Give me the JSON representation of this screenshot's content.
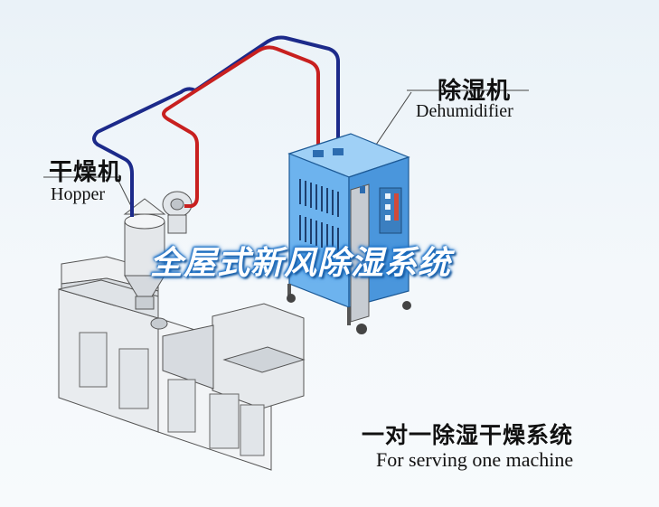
{
  "labels": {
    "dehumidifier_cn": "除湿机",
    "dehumidifier_en": "Dehumidifier",
    "hopper_cn": "干燥机",
    "hopper_en": "Hopper",
    "caption_cn": "一对一除湿干燥系统",
    "caption_en": "For serving one machine"
  },
  "overlay_title": "全屋式新风除湿系统",
  "colors": {
    "return_line": "#1c2a8a",
    "supply_line": "#c8201f",
    "dehumidifier_body": "#5aa4e6",
    "overlay_glow": "#1f73c8"
  }
}
